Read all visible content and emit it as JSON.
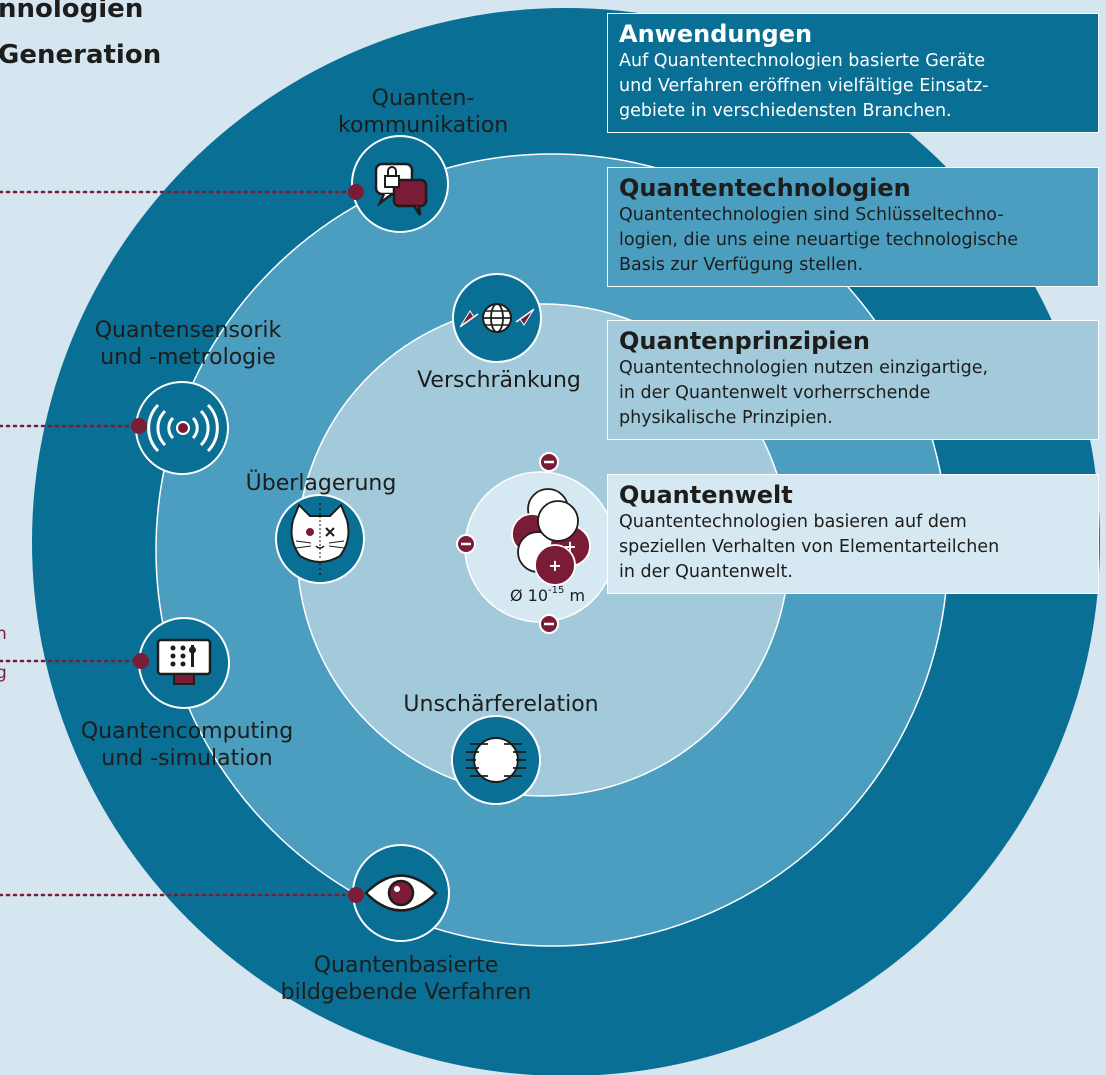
{
  "title": {
    "line1": "nnologien",
    "line2": "Generation"
  },
  "side_fragments": {
    "a": "n",
    "b": "g"
  },
  "rings": {
    "outer_apps": {
      "communication": "Quanten-\nkommunikation",
      "sensing": "Quantensensorik\nund -metrologie",
      "computing": "Quantencomputing\nund -simulation",
      "imaging": "Quantenbasierte\nbildgebende Verfahren"
    },
    "principles": {
      "entanglement": "Verschränkung",
      "superposition": "Überlagerung",
      "uncertainty": "Unschärferelation"
    },
    "core": {
      "scale_prefix": "Ø 10",
      "scale_exp": "-15",
      "scale_unit": " m"
    }
  },
  "boxes": [
    {
      "title": "Anwendungen",
      "text": "Auf Quantentechnologien basierte Geräte\nund Verfahren eröffnen vielfältige Einsatz-\ngebiete in verschiedensten Branchen."
    },
    {
      "title": "Quantentechnologien",
      "text": "Quantentechnologien sind Schlüsseltechno-\nlogien, die uns eine neuartige technologische\nBasis zur Verfügung stellen."
    },
    {
      "title": "Quantenprinzipien",
      "text": "Quantentechnologien nutzen einzigartige,\nin der Quantenwelt vorherrschende\nphysikalische Prinzipien."
    },
    {
      "title": "Quantenwelt",
      "text": "Quantentechnologien basieren auf dem\nspeziellen Verhalten von Elementarteilchen\nin der Quantenwelt."
    }
  ],
  "colors": {
    "background": "#d5e6f1",
    "ring_outer": "#0a6f94",
    "ring_tech": "#4c9ec1",
    "ring_principles": "#a2cadb",
    "ring_core": "#d6e8f1",
    "accent_maroon": "#7b1c36",
    "icon_dark": "#0a6f94"
  }
}
